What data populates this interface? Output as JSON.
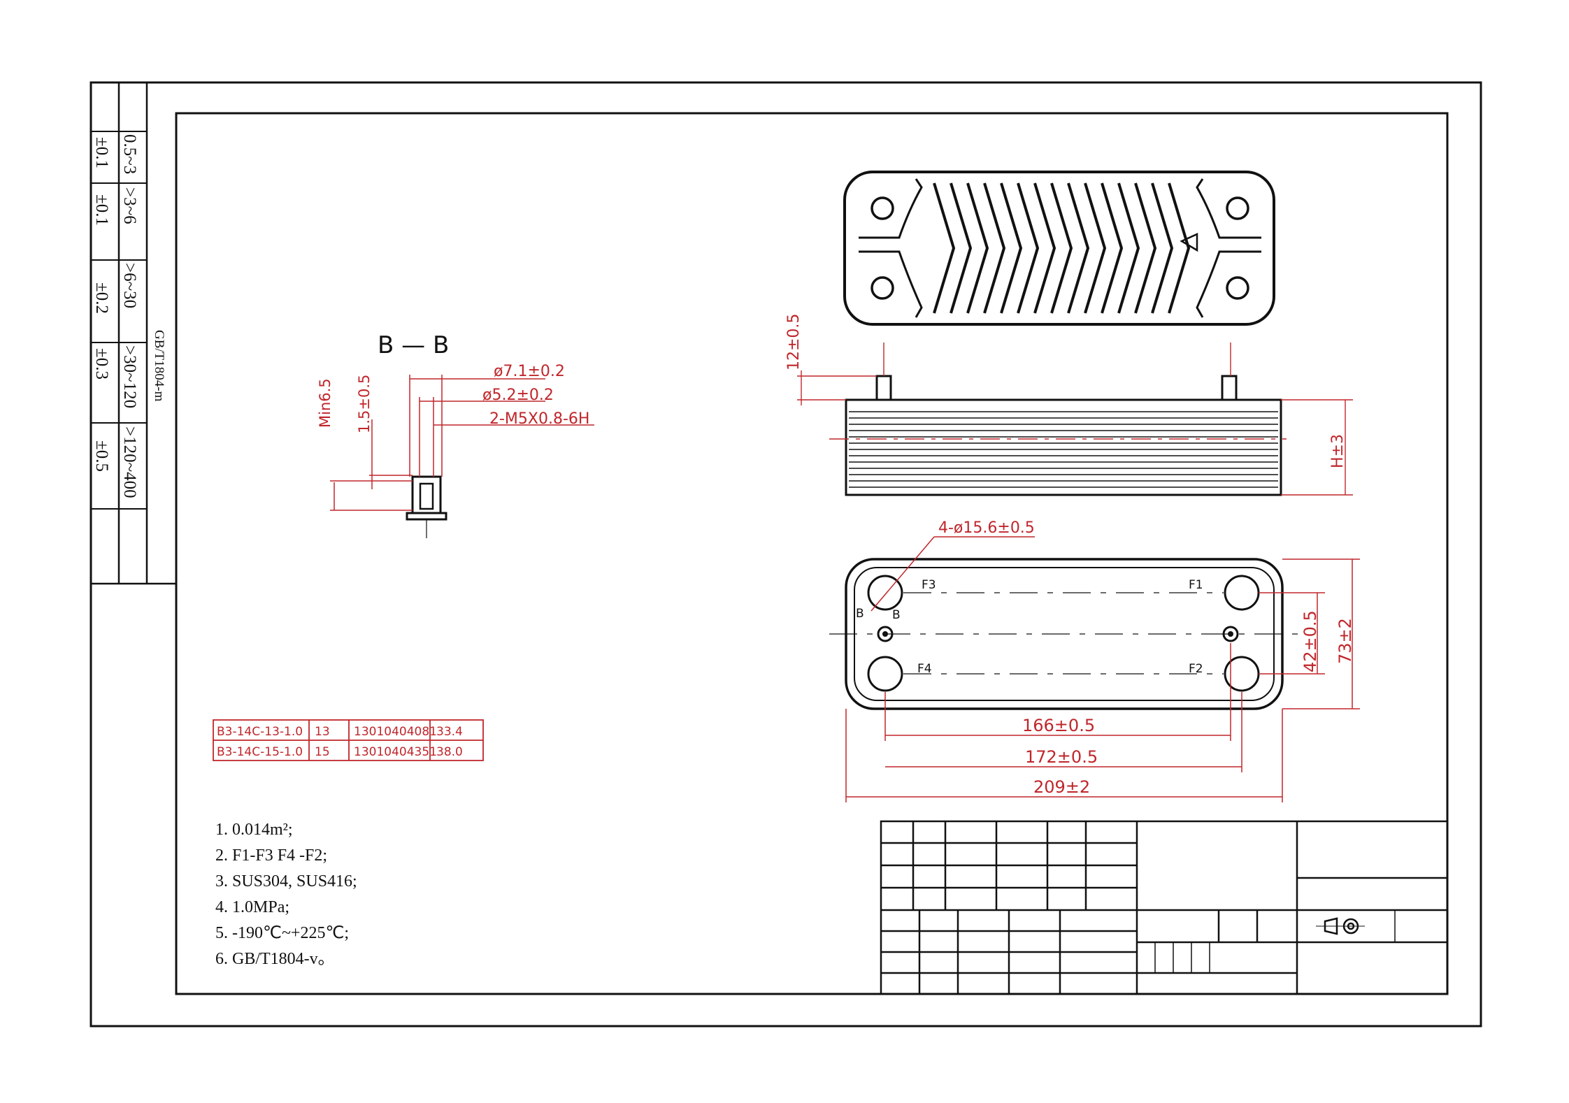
{
  "section": {
    "title": "B  —  B",
    "dims": [
      "ø7.1±0.2",
      "ø5.2±0.2",
      "2-M5X0.8-6H",
      "Min6.5",
      "1.5±0.5"
    ]
  },
  "side_view": {
    "dims": [
      "12±0.5",
      "H±3"
    ]
  },
  "front_view": {
    "holes_label": "4-ø15.6±0.5",
    "ports": [
      "F1",
      "F2",
      "F3",
      "F4"
    ],
    "section_marks": [
      "B",
      "B"
    ],
    "dims": [
      "166±0.5",
      "172±0.5",
      "209±2",
      "42±0.5",
      "73±2"
    ]
  },
  "tolerance_table": {
    "ranges": [
      "0.5~3",
      ">3~6",
      ">6~30",
      ">30~120",
      ">120~400"
    ],
    "tolerances": [
      "±0.1",
      "±0.1",
      "±0.2",
      "±0.3",
      "±0.5"
    ],
    "standard": "GB/T1804-m"
  },
  "parts_table": {
    "rows": [
      [
        "B3-14C-13-1.0",
        "13",
        "13010404081",
        "33.4"
      ],
      [
        "B3-14C-15-1.0",
        "15",
        "13010404351",
        "38.0"
      ]
    ]
  },
  "notes": [
    "1. 0.014m²;",
    "2. F1-F3 F4 -F2;",
    "3. SUS304, SUS416;",
    "4. 1.0MPa;",
    "5. -190℃~+225℃;",
    "6. GB/T1804-v。"
  ],
  "colors": {
    "line": "#111111",
    "dimension": "#c0262b",
    "paper": "#ffffff"
  }
}
